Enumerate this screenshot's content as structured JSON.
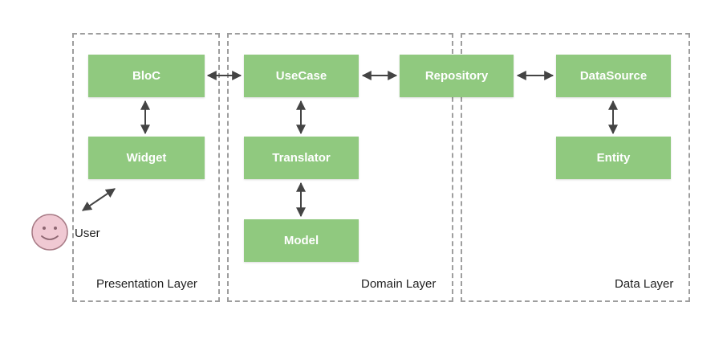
{
  "layers": {
    "presentation": "Presentation Layer",
    "domain": "Domain Layer",
    "data": "Data Layer"
  },
  "components": {
    "bloc": "BloC",
    "widget": "Widget",
    "usecase": "UseCase",
    "translator": "Translator",
    "model": "Model",
    "repository": "Repository",
    "datasource": "DataSource",
    "entity": "Entity"
  },
  "user": {
    "label": "User"
  },
  "colors": {
    "box_fill": "#90c97f",
    "box_text": "#ffffff",
    "dashed_border": "#9e9e9e",
    "arrow": "#444444",
    "face_fill": "#f0c9d3",
    "face_stroke": "#a87b86"
  }
}
